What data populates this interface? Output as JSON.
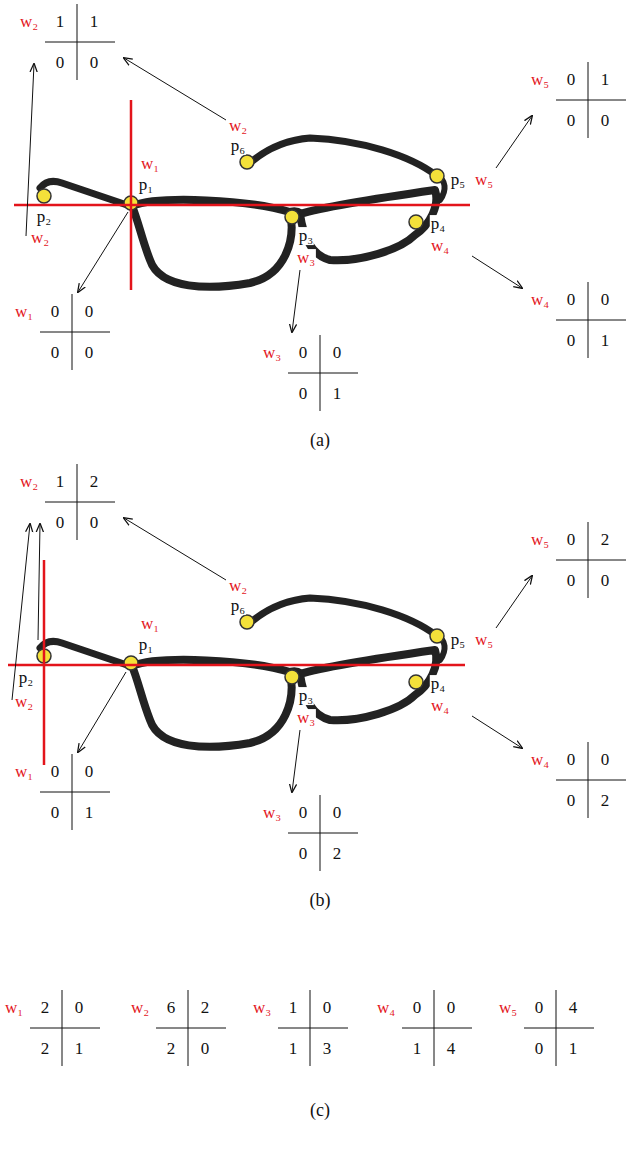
{
  "diagram": {
    "labels": [
      "w₂",
      "1",
      "1",
      "0",
      "0",
      "w₂",
      "p₆",
      "w₁",
      "p₁",
      "p₂",
      "w₂",
      "p₅",
      "w₅",
      "w₅",
      "0",
      "1",
      "0",
      "0",
      "p₃",
      "w₃",
      "p₄",
      "w₄",
      "w₁",
      "0",
      "0",
      "0",
      "0",
      "w₄",
      "0",
      "0",
      "0",
      "1",
      "w₃",
      "0",
      "0",
      "0",
      "1",
      "(a)",
      "w₂",
      "1",
      "2",
      "0",
      "0",
      "w₂",
      "p₆",
      "w₁",
      "p₁",
      "p₂",
      "w₂",
      "p₅",
      "w₅",
      "w₅",
      "0",
      "2",
      "0",
      "0",
      "p₃",
      "w₃",
      "p₄",
      "w₄",
      "w₁",
      "0",
      "0",
      "0",
      "1",
      "w₄",
      "0",
      "0",
      "0",
      "2",
      "w₃",
      "0",
      "0",
      "0",
      "2",
      "(b)",
      "w₁",
      "2",
      "0",
      "2",
      "1",
      "w₂",
      "6",
      "2",
      "2",
      "0",
      "w₃",
      "1",
      "0",
      "1",
      "3",
      "w₄",
      "0",
      "0",
      "1",
      "4",
      "w₅",
      "0",
      "4",
      "0",
      "1",
      "(c)"
    ]
  }
}
